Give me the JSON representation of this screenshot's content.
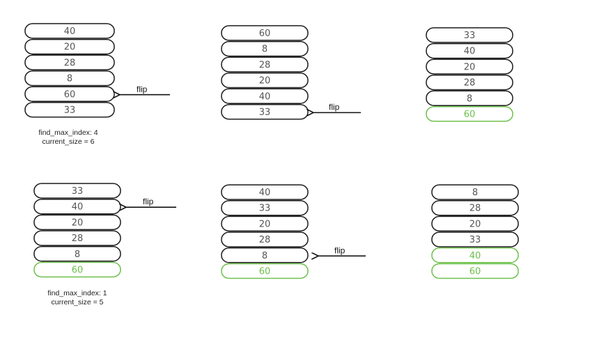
{
  "colors": {
    "pancake_stroke": "#1a1a1a",
    "sorted_stroke": "#6cc04a",
    "text": "#555555",
    "sorted_text": "#6cc04a",
    "arrow": "#111111"
  },
  "panels": [
    {
      "id": "row1-step1",
      "stack": [
        {
          "value": "40",
          "sorted": false
        },
        {
          "value": "20",
          "sorted": false
        },
        {
          "value": "28",
          "sorted": false
        },
        {
          "value": "8",
          "sorted": false
        },
        {
          "value": "60",
          "sorted": false
        },
        {
          "value": "33",
          "sorted": false
        }
      ],
      "arrow": {
        "label": "flip",
        "target_index": 4
      },
      "notes": [
        "find_max_index: 4",
        "current_size = 6"
      ]
    },
    {
      "id": "row1-step2",
      "stack": [
        {
          "value": "60",
          "sorted": false
        },
        {
          "value": "8",
          "sorted": false
        },
        {
          "value": "28",
          "sorted": false
        },
        {
          "value": "20",
          "sorted": false
        },
        {
          "value": "40",
          "sorted": false
        },
        {
          "value": "33",
          "sorted": false
        }
      ],
      "arrow": {
        "label": "flip",
        "target_index": 5
      },
      "notes": []
    },
    {
      "id": "row1-step3",
      "stack": [
        {
          "value": "33",
          "sorted": false
        },
        {
          "value": "40",
          "sorted": false
        },
        {
          "value": "20",
          "sorted": false
        },
        {
          "value": "28",
          "sorted": false
        },
        {
          "value": "8",
          "sorted": false
        },
        {
          "value": "60",
          "sorted": true
        }
      ],
      "arrow": null,
      "notes": []
    },
    {
      "id": "row2-step1",
      "stack": [
        {
          "value": "33",
          "sorted": false
        },
        {
          "value": "40",
          "sorted": false
        },
        {
          "value": "20",
          "sorted": false
        },
        {
          "value": "28",
          "sorted": false
        },
        {
          "value": "8",
          "sorted": false
        },
        {
          "value": "60",
          "sorted": true
        }
      ],
      "arrow": {
        "label": "flip",
        "target_index": 1
      },
      "notes": [
        "find_max_index: 1",
        "current_size = 5"
      ]
    },
    {
      "id": "row2-step2",
      "stack": [
        {
          "value": "40",
          "sorted": false
        },
        {
          "value": "33",
          "sorted": false
        },
        {
          "value": "20",
          "sorted": false
        },
        {
          "value": "28",
          "sorted": false
        },
        {
          "value": "8",
          "sorted": false
        },
        {
          "value": "60",
          "sorted": true
        }
      ],
      "arrow": {
        "label": "flip",
        "target_index": 4
      },
      "notes": []
    },
    {
      "id": "row2-step3",
      "stack": [
        {
          "value": "8",
          "sorted": false
        },
        {
          "value": "28",
          "sorted": false
        },
        {
          "value": "20",
          "sorted": false
        },
        {
          "value": "33",
          "sorted": false
        },
        {
          "value": "40",
          "sorted": true
        },
        {
          "value": "60",
          "sorted": true
        }
      ],
      "arrow": null,
      "notes": []
    }
  ]
}
